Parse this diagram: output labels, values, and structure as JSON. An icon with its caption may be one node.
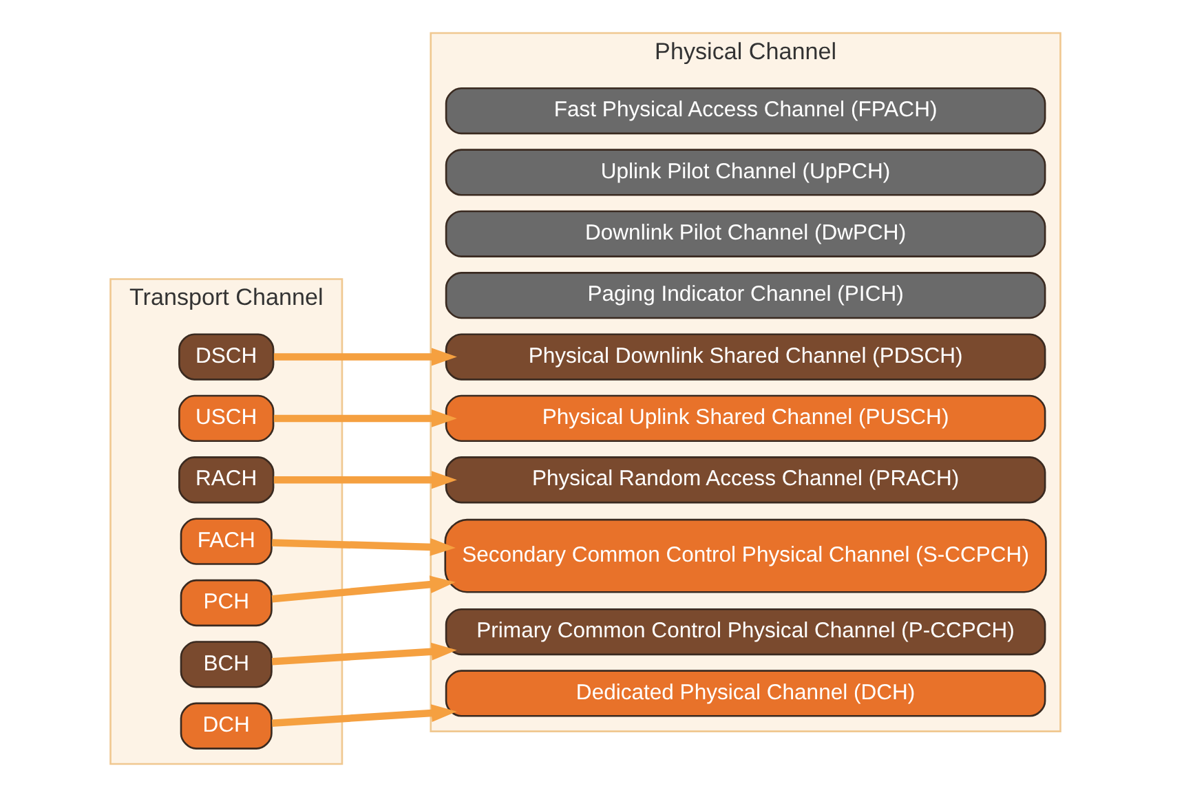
{
  "diagram": {
    "nodes": [
      {
        "text": [
          "Transport Channel"
        ]
      },
      {
        "text": [
          "DCH"
        ],
        "in": 0
      },
      {
        "text": [
          "BCH"
        ],
        "in": 0
      },
      {
        "text": [
          "PCH"
        ],
        "in": 0
      },
      {
        "text": [
          "FACH"
        ],
        "in": 0
      },
      {
        "text": [
          "RACH"
        ],
        "in": 0
      },
      {
        "text": [
          "USCH"
        ],
        "in": 0
      },
      {
        "text": [
          "DSCH"
        ],
        "in": 0
      },
      {
        "text": [
          "Physical Channel"
        ]
      },
      {
        "text": [
          "Dedicated Physical Channel (DCH)"
        ],
        "in": 8
      },
      {
        "text": [
          "Primary Common Control Physical Channel (P-CCPCH)"
        ],
        "in": 8
      },
      {
        "text": [
          "Secondary Common Control Physical Channel (S-CCPCH)"
        ],
        "in": 8
      },
      {
        "text": [
          "Physical Random Access Channel (PRACH)"
        ],
        "in": 8
      },
      {
        "text": [
          "Physical Uplink Shared Channel (PUSCH)"
        ],
        "in": 8
      },
      {
        "text": [
          "Physical Downlink Shared Channel (PDSCH)"
        ],
        "in": 8
      },
      {
        "text": [
          "Paging Indicator Channel (PICH)"
        ],
        "in": 8
      },
      {
        "text": [
          "Downlink Pilot Channel (DwPCH)"
        ],
        "in": 8
      },
      {
        "text": [
          "Uplink Pilot Channel (UpPCH)"
        ],
        "in": 8
      },
      {
        "text": [
          "Fast Physical Access Channel (FPACH)"
        ],
        "in": 8
      }
    ],
    "edges": [
      {
        "from": 1,
        "to": 9,
        "arrow": "to"
      },
      {
        "from": 2,
        "to": 10,
        "arrow": "to"
      },
      {
        "from": 3,
        "to": 11,
        "arrow": "to"
      },
      {
        "from": 4,
        "to": 11,
        "arrow": "to"
      },
      {
        "from": 5,
        "to": 12,
        "arrow": "to"
      },
      {
        "from": 6,
        "to": 13,
        "arrow": "to"
      },
      {
        "from": 7,
        "to": 14,
        "arrow": "to"
      }
    ]
  }
}
